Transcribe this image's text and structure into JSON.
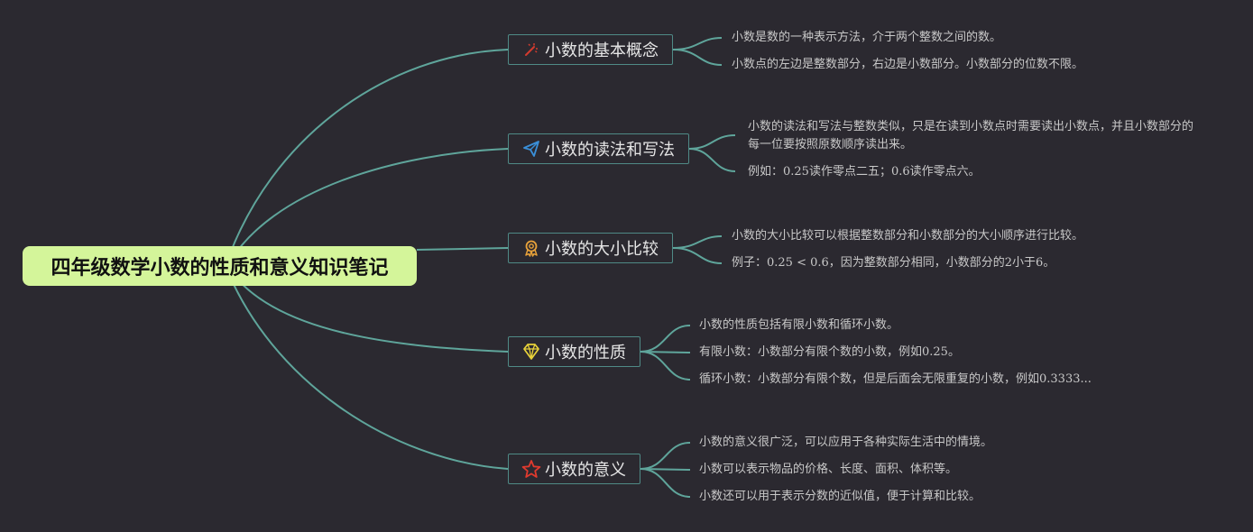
{
  "root": {
    "title": "四年级数学小数的性质和意义知识笔记"
  },
  "branches": [
    {
      "label": "小数的基本概念",
      "icon": "wand-icon",
      "icon_color": "#d23a2e",
      "items": [
        "小数是数的一种表示方法，介于两个整数之间的数。",
        "小数点的左边是整数部分，右边是小数部分。小数部分的位数不限。"
      ]
    },
    {
      "label": "小数的读法和写法",
      "icon": "paper-plane-icon",
      "icon_color": "#3a8fd8",
      "items": [
        "小数的读法和写法与整数类似，只是在读到小数点时需要读出小数点，并且小数部分的每一位要按照原数顺序读出来。",
        "例如：0.25读作零点二五；0.6读作零点六。"
      ]
    },
    {
      "label": "小数的大小比较",
      "icon": "award-ribbon-icon",
      "icon_color": "#e8a23a",
      "items": [
        "小数的大小比较可以根据整数部分和小数部分的大小顺序进行比较。",
        "例子：0.25 < 0.6，因为整数部分相同，小数部分的2小于6。"
      ]
    },
    {
      "label": "小数的性质",
      "icon": "diamond-icon",
      "icon_color": "#e8d23a",
      "items": [
        "小数的性质包括有限小数和循环小数。",
        "有限小数：小数部分有限个数的小数，例如0.25。",
        "循环小数：小数部分有限个数，但是后面会无限重复的小数，例如0.3333..."
      ]
    },
    {
      "label": "小数的意义",
      "icon": "star-icon",
      "icon_color": "#e03a2e",
      "items": [
        "小数的意义很广泛，可以应用于各种实际生活中的情境。",
        "小数可以表示物品的价格、长度、面积、体积等。",
        "小数还可以用于表示分数的近似值，便于计算和比较。"
      ]
    }
  ],
  "colors": {
    "background": "#2b2930",
    "connector": "#5fa59b",
    "root_fill": "#d4f59a",
    "topic_border": "#4f8a86"
  }
}
